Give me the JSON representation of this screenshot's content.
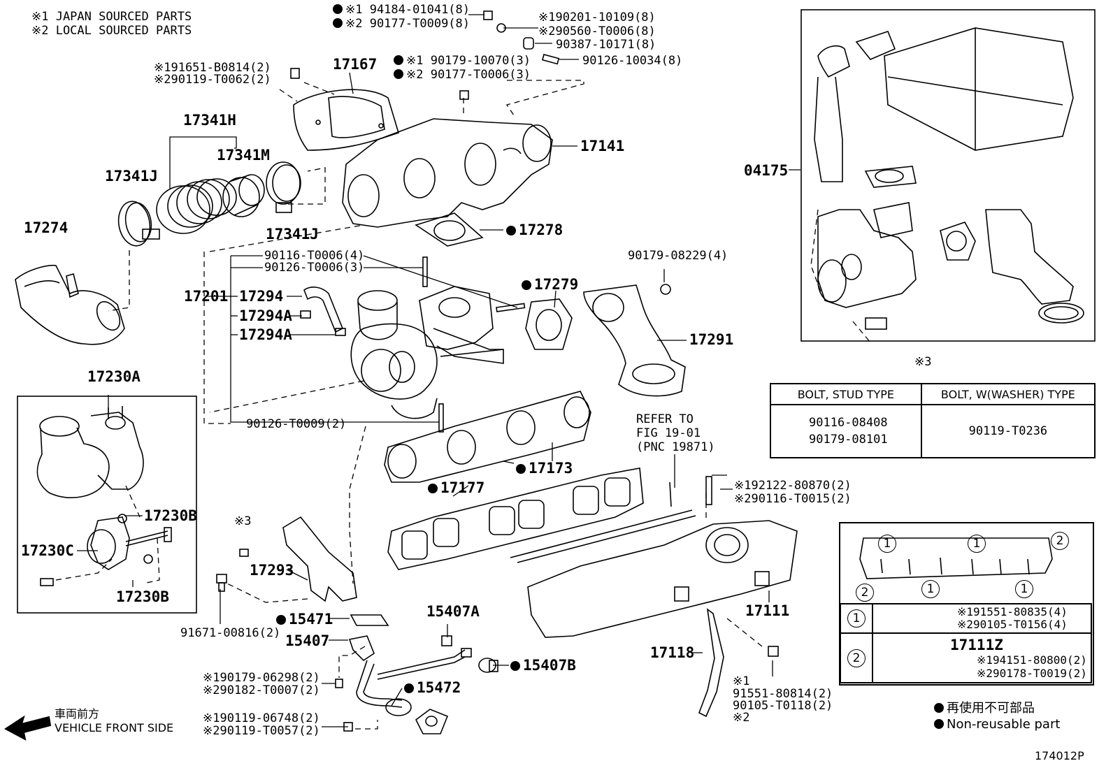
{
  "notes": {
    "japan": "※1 JAPAN SOURCED PARTS",
    "local": "※2 LOCAL SOURCED PARTS"
  },
  "labels": {
    "p94184": "※1 94184-01041(8)",
    "p90177a": "※2 90177-T0009(8)",
    "p190201": "※190201-10109(8)",
    "p290560": "※290560-T0006(8)",
    "p90387": "90387-10171(8)",
    "p90126c": "90126-10034(8)",
    "p191651": "※191651-B0814(2)",
    "p290119": "※290119-T0062(2)",
    "p17167": "17167",
    "p90179a": "※1 90179-10070(3)",
    "p90177b": "※2 90177-T0006(3)",
    "p17141": "17141",
    "p17341H": "17341H",
    "p17341M": "17341M",
    "p17341J": "17341J",
    "p17341J2": "17341J",
    "p17274": "17274",
    "p17278": "17278",
    "p90116": "90116-T0006(4)",
    "p90126a": "90126-T0006(3)",
    "p17201": "17201",
    "p17294": "17294",
    "p17294A": "17294A",
    "p17294A2": "17294A",
    "p17279": "17279",
    "p90179b": "90179-08229(4)",
    "p17291": "17291",
    "p90126b": "90126-T0009(2)",
    "p17230A": "17230A",
    "p17230B": "17230B",
    "p17230C": "17230C",
    "p17230B2": "17230B",
    "p17173": "17173",
    "p17177": "17177",
    "refer1": "REFER TO",
    "refer2": "FIG 19-01",
    "refer3": "(PNC 19871)",
    "p192122": "※192122-80870(2)",
    "p290116": "※290116-T0015(2)",
    "mark3": "※3",
    "p17293": "17293",
    "p91671": "91671-00816(2)",
    "p15471": "15471",
    "p15407A": "15407A",
    "p15407": "15407",
    "p15407B": "15407B",
    "p190179": "※190179-06298(2)",
    "p290182": "※290182-T0007(2)",
    "p15472": "15472",
    "p190119": "※190119-06748(2)",
    "p290119b": "※290119-T0057(2)",
    "p17111": "17111",
    "p17118": "17118",
    "p91551": "91551-80814(2)",
    "p90105": "90105-T0118(2)",
    "mark1": "※1",
    "mark2": "※2",
    "p04175": "04175",
    "vehicle_jp": "車両前方",
    "vehicle_en": "VEHICLE FRONT SIDE",
    "fig_no": "174012P"
  },
  "bolt_table": {
    "mark": "※3",
    "col1": "BOLT, STUD TYPE",
    "col2": "BOLT, W(WASHER) TYPE",
    "c1a": "90116-08408",
    "c1b": "90179-08101",
    "c2a": "90119-T0236"
  },
  "legend_table": {
    "c1": "1",
    "c2": "2",
    "r1a": "※191551-80835(4)",
    "r1b": "※290105-T0156(4)",
    "r2a": "17111Z",
    "r2b": "※194151-80800(2)",
    "r2c": "※290178-T0019(2)"
  },
  "footnote": {
    "jp": "再使用不可部品",
    "en": "Non-reusable part"
  }
}
